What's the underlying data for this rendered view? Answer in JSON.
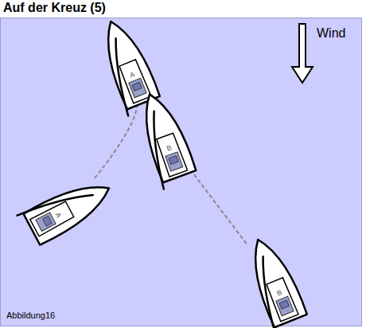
{
  "diagram": {
    "title": "Auf der Kreuz (5)",
    "nodes": [
      {
        "text": [
          "A"
        ]
      },
      {
        "text": [
          "B"
        ]
      },
      {
        "text": [
          "A"
        ]
      },
      {
        "text": [
          "B"
        ]
      }
    ],
    "edges": [
      {
        "from": 2,
        "to": 0,
        "arrow": "none"
      },
      {
        "from": 3,
        "to": 1,
        "arrow": "none"
      }
    ],
    "labels": [
      "Wind",
      "Abbildung16"
    ]
  }
}
